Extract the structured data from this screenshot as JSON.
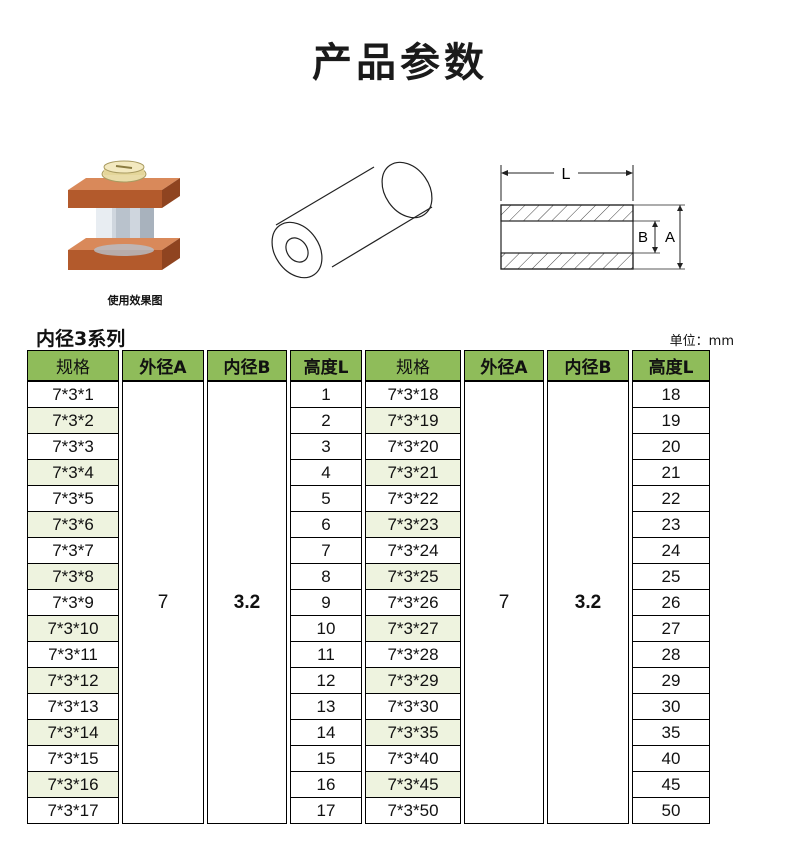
{
  "title": "产品参数",
  "illustration": {
    "caption": "使用效果图",
    "dim_L": "L",
    "dim_B": "B",
    "dim_A": "A"
  },
  "series_title": "内径3系列",
  "unit": "单位：mm",
  "headers": [
    "规格",
    "外径A",
    "内径B",
    "高度L",
    "规格",
    "外径A",
    "内径B",
    "高度L"
  ],
  "outer_diameter": "7",
  "inner_diameter": "3.2",
  "rows": [
    {
      "spec_left": "7*3*1",
      "len_left": "1",
      "spec_right": "7*3*18",
      "len_right": "18"
    },
    {
      "spec_left": "7*3*2",
      "len_left": "2",
      "spec_right": "7*3*19",
      "len_right": "19"
    },
    {
      "spec_left": "7*3*3",
      "len_left": "3",
      "spec_right": "7*3*20",
      "len_right": "20"
    },
    {
      "spec_left": "7*3*4",
      "len_left": "4",
      "spec_right": "7*3*21",
      "len_right": "21"
    },
    {
      "spec_left": "7*3*5",
      "len_left": "5",
      "spec_right": "7*3*22",
      "len_right": "22"
    },
    {
      "spec_left": "7*3*6",
      "len_left": "6",
      "spec_right": "7*3*23",
      "len_right": "23"
    },
    {
      "spec_left": "7*3*7",
      "len_left": "7",
      "spec_right": "7*3*24",
      "len_right": "24"
    },
    {
      "spec_left": "7*3*8",
      "len_left": "8",
      "spec_right": "7*3*25",
      "len_right": "25"
    },
    {
      "spec_left": "7*3*9",
      "len_left": "9",
      "spec_right": "7*3*26",
      "len_right": "26"
    },
    {
      "spec_left": "7*3*10",
      "len_left": "10",
      "spec_right": "7*3*27",
      "len_right": "27"
    },
    {
      "spec_left": "7*3*11",
      "len_left": "11",
      "spec_right": "7*3*28",
      "len_right": "28"
    },
    {
      "spec_left": "7*3*12",
      "len_left": "12",
      "spec_right": "7*3*29",
      "len_right": "29"
    },
    {
      "spec_left": "7*3*13",
      "len_left": "13",
      "spec_right": "7*3*30",
      "len_right": "30"
    },
    {
      "spec_left": "7*3*14",
      "len_left": "14",
      "spec_right": "7*3*35",
      "len_right": "35"
    },
    {
      "spec_left": "7*3*15",
      "len_left": "15",
      "spec_right": "7*3*40",
      "len_right": "40"
    },
    {
      "spec_left": "7*3*16",
      "len_left": "16",
      "spec_right": "7*3*45",
      "len_right": "45"
    },
    {
      "spec_left": "7*3*17",
      "len_left": "17",
      "spec_right": "7*3*50",
      "len_right": "50"
    }
  ],
  "colors": {
    "header_green": "#8fbc5a",
    "alt_row": "#eef3df",
    "wood": "#b35a2c"
  }
}
